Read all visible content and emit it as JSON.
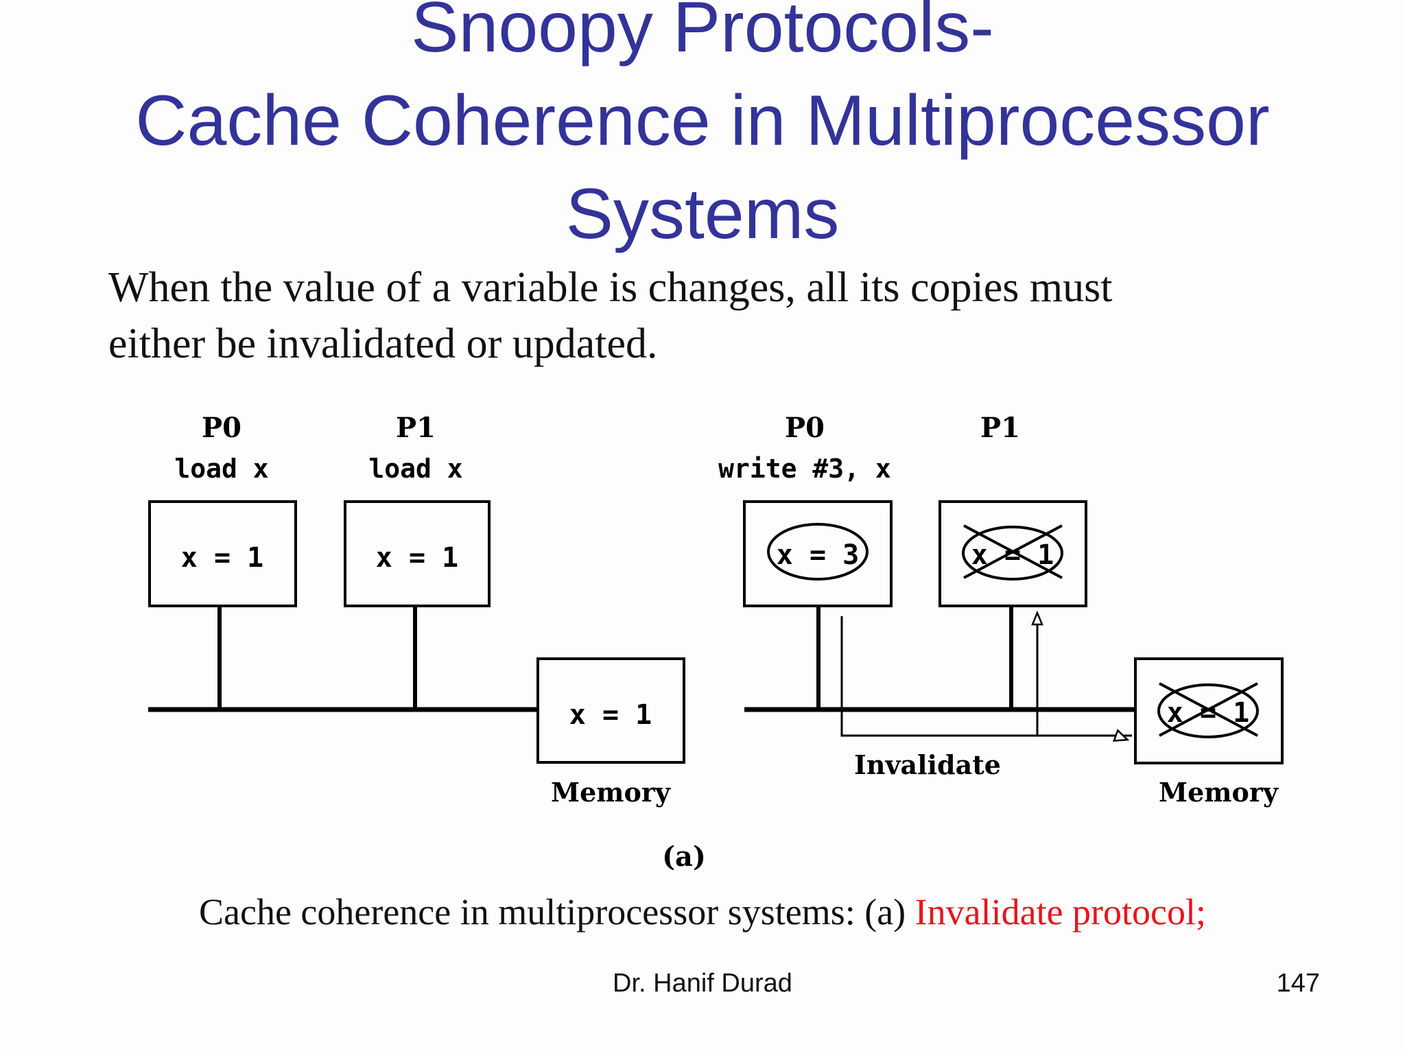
{
  "slide": {
    "title_lines": [
      "Snoopy Protocols-",
      "Cache Coherence in Multiprocessor",
      "Systems"
    ],
    "body_lines": [
      "When the value of a variable is changes, all its copies must",
      "either be invalidated or updated."
    ]
  },
  "diagram": {
    "left": {
      "p0_label": "P0",
      "p0_op": "load x",
      "p0_cache": "x = 1",
      "p1_label": "P1",
      "p1_op": "load x",
      "p1_cache": "x = 1",
      "memory_value": "x = 1",
      "memory_label": "Memory"
    },
    "right": {
      "p0_label": "P0",
      "p0_op": "write #3, x",
      "p0_cache": "x = 3",
      "p1_label": "P1",
      "p1_cache": "x = 1",
      "memory_value": "x = 1",
      "memory_label": "Memory",
      "invalidate_label": "Invalidate"
    },
    "figure_label": "(a)"
  },
  "caption": {
    "prefix": "Cache coherence in multiprocessor systems: (a) ",
    "highlight": "Invalidate protocol;"
  },
  "footer": {
    "author": "Dr. Hanif Durad",
    "page": "147"
  },
  "colors": {
    "title": "#333399",
    "highlight": "#e8141c"
  }
}
